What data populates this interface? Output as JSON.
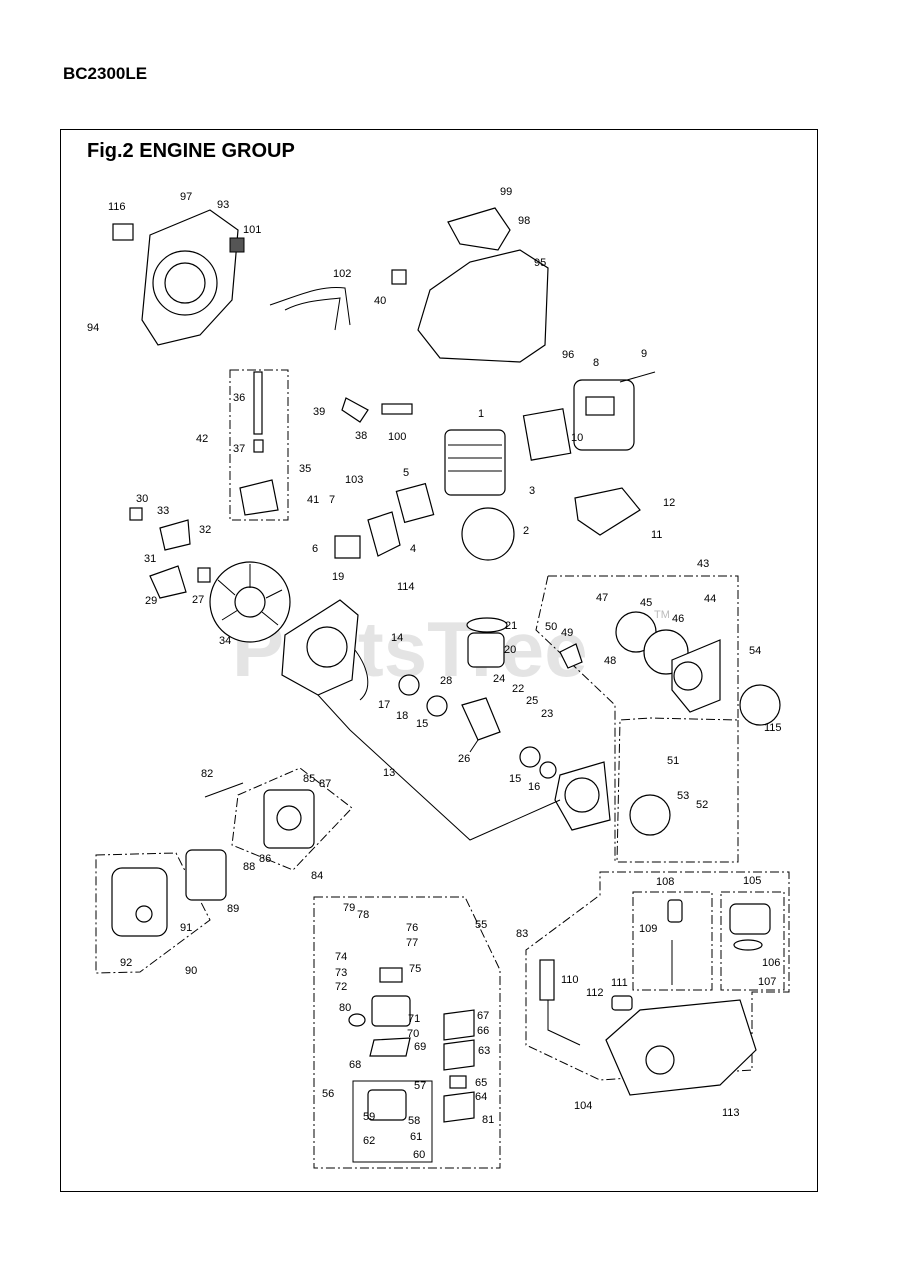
{
  "header": {
    "model": "BC2300LE"
  },
  "figure": {
    "title": "Fig.2  ENGINE GROUP",
    "watermark": "PartsTree",
    "watermark_mark": "TM",
    "part_labels": [
      "1",
      "2",
      "3",
      "4",
      "5",
      "6",
      "7",
      "8",
      "9",
      "10",
      "11",
      "12",
      "13",
      "14",
      "15",
      "15",
      "16",
      "17",
      "18",
      "19",
      "20",
      "21",
      "22",
      "23",
      "24",
      "25",
      "26",
      "27",
      "28",
      "29",
      "30",
      "31",
      "32",
      "33",
      "34",
      "35",
      "36",
      "37",
      "38",
      "39",
      "40",
      "41",
      "42",
      "43",
      "44",
      "45",
      "46",
      "47",
      "48",
      "49",
      "50",
      "51",
      "52",
      "53",
      "54",
      "55",
      "56",
      "57",
      "58",
      "59",
      "60",
      "61",
      "62",
      "63",
      "64",
      "65",
      "66",
      "67",
      "68",
      "69",
      "70",
      "71",
      "72",
      "73",
      "74",
      "75",
      "76",
      "77",
      "78",
      "79",
      "80",
      "81",
      "82",
      "83",
      "84",
      "85",
      "86",
      "87",
      "88",
      "89",
      "90",
      "91",
      "92",
      "93",
      "94",
      "95",
      "96",
      "97",
      "98",
      "99",
      "100",
      "101",
      "102",
      "103",
      "104",
      "105",
      "106",
      "107",
      "108",
      "109",
      "110",
      "111",
      "112",
      "113",
      "114",
      "115",
      "116"
    ]
  }
}
